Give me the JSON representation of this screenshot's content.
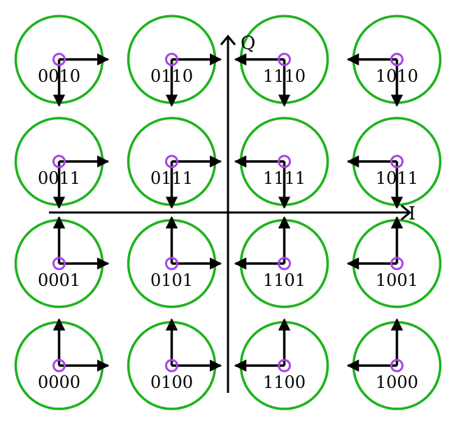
{
  "axes": {
    "i_label": "I",
    "q_label": "Q"
  },
  "colors": {
    "circle": "#1db31d",
    "point": "#a844e8",
    "arrow": "#000000",
    "axis": "#000000"
  },
  "constellation": {
    "columns": [
      -3,
      -1,
      1,
      3
    ],
    "rows": [
      3,
      1,
      -1,
      -3
    ],
    "labels": [
      [
        "0010",
        "0110",
        "1110",
        "1010"
      ],
      [
        "0011",
        "0111",
        "1111",
        "1011"
      ],
      [
        "0001",
        "0101",
        "1101",
        "1001"
      ],
      [
        "0000",
        "0100",
        "1100",
        "1000"
      ]
    ]
  }
}
